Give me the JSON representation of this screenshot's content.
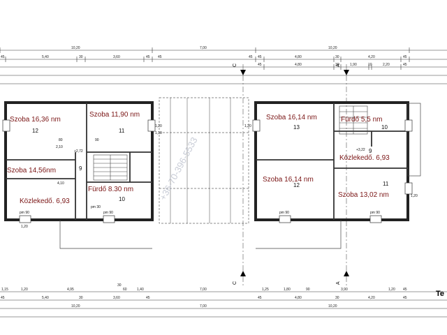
{
  "dims": {
    "top_total_left": "10,20",
    "top_total_mid": "7,00",
    "top_total_right": "10,20",
    "top_row2_left": [
      "45",
      "5,40",
      "30",
      "3,60",
      "45"
    ],
    "top_row2_mid": [
      "45",
      "45"
    ],
    "top_row2_right": [
      "45",
      "4,80",
      "30",
      "4,20",
      "45"
    ],
    "top_row3_right": [
      "45",
      "4,80",
      "30",
      "1,90",
      "10",
      "2,20",
      "45"
    ],
    "bottom_row1_left": [
      "1,15",
      "1,20",
      "4,95",
      "30",
      "60",
      "1,40"
    ],
    "bottom_row1_mid": [
      "7,00"
    ],
    "bottom_row1_right": [
      "1,25",
      "1,80",
      "90",
      "3,90",
      "1,20",
      "45"
    ],
    "bottom_row2_left": [
      "45",
      "5,40",
      "30",
      "3,60",
      "45"
    ],
    "bottom_row2_right": [
      "45",
      "4,80",
      "30",
      "4,20",
      "45"
    ],
    "bottom_total_left": "10,20",
    "bottom_total_mid": "7,00",
    "bottom_total_right": "10,20",
    "section_c_top": "C",
    "section_a_top": "A",
    "section_c_bottom": "C",
    "section_a_bottom": "A"
  },
  "rooms_left": [
    {
      "name": "Szoba 16,36 nm",
      "num": "12"
    },
    {
      "name": "Szoba 11,90 nm",
      "num": "11"
    },
    {
      "name": "Szoba 14,56nm",
      "num": "9"
    },
    {
      "name": "Fürdő 8.30 nm",
      "num": "10"
    },
    {
      "name": "Közlekedő. 6,93",
      "num": ""
    }
  ],
  "rooms_right": [
    {
      "name": "Szoba 16,14 nm",
      "num": "13"
    },
    {
      "name": "Fürdő 5,5 nm",
      "num": "10"
    },
    {
      "name": "Közlekedő. 6,93",
      "num": "9"
    },
    {
      "name": "Szoba 16,14 nm",
      "num": "12"
    },
    {
      "name": "Szoba 13,02 nm",
      "num": "11"
    }
  ],
  "small_labels": {
    "pm": "pm 90",
    "pm2": "pm 30",
    "h120": "1,20",
    "h110": "1,10",
    "lvl1": "+2,72",
    "lvl2": "+3,22",
    "w210": "2,10",
    "w410": "4,10",
    "w80": "80",
    "w90": "90"
  },
  "watermark": "+36-70-396-5533",
  "corner_label": "Te"
}
